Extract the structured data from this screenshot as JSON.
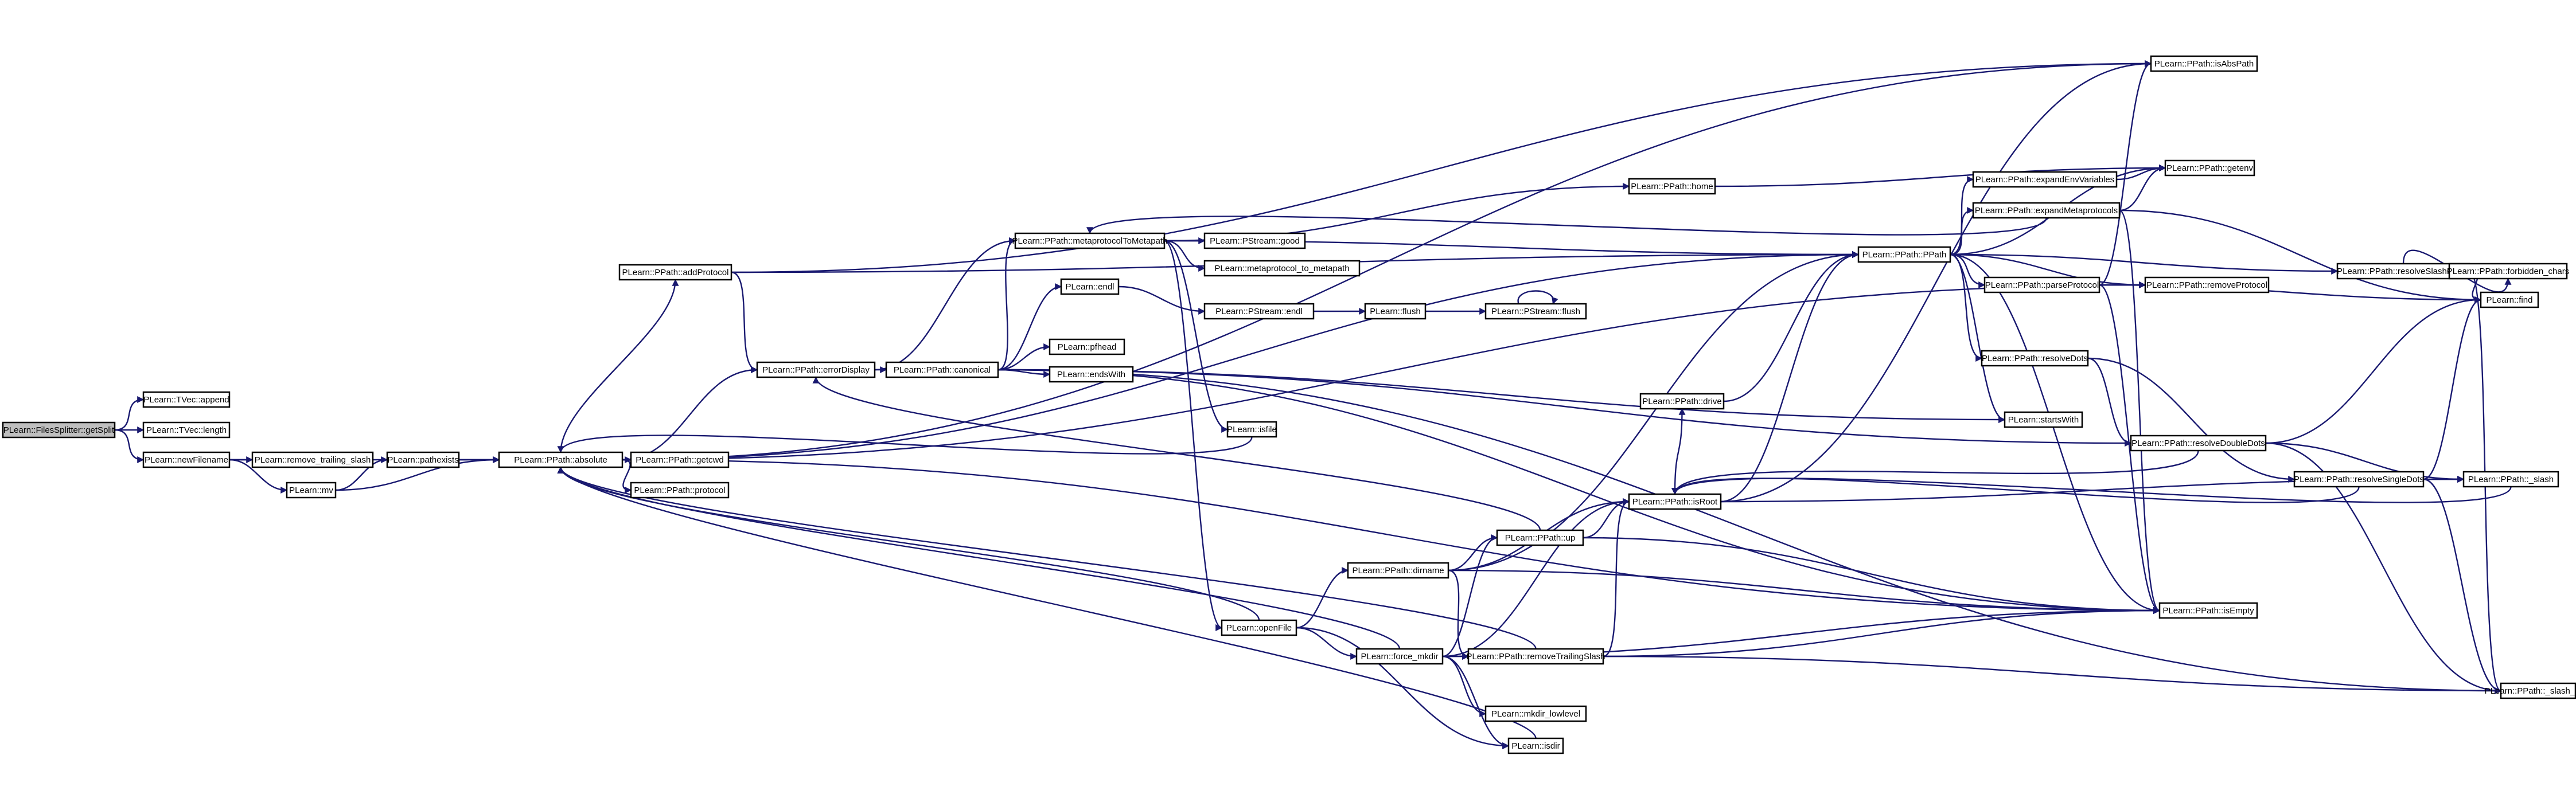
{
  "diagram": {
    "title": "",
    "colors": {
      "edge": "#191970",
      "root_fill": "#bfbfbf",
      "node_fill": "#ffffff",
      "border": "#000000"
    },
    "nodes": [
      {
        "id": "getSplit",
        "label": "PLearn::FilesSplitter::getSplit",
        "root": true
      },
      {
        "id": "tvecAppend",
        "label": "PLearn::TVec::append"
      },
      {
        "id": "tvecLength",
        "label": "PLearn::TVec::length"
      },
      {
        "id": "newFilename",
        "label": "PLearn::newFilename"
      },
      {
        "id": "removeTrailingSlashFn",
        "label": "PLearn::remove_trailing_slash"
      },
      {
        "id": "mv",
        "label": "PLearn::mv"
      },
      {
        "id": "pathexists",
        "label": "PLearn::pathexists"
      },
      {
        "id": "absolute",
        "label": "PLearn::PPath::absolute"
      },
      {
        "id": "getcwd",
        "label": "PLearn::PPath::getcwd"
      },
      {
        "id": "protocol",
        "label": "PLearn::PPath::protocol"
      },
      {
        "id": "addProtocol",
        "label": "PLearn::PPath::addProtocol"
      },
      {
        "id": "errorDisplay",
        "label": "PLearn::PPath::errorDisplay"
      },
      {
        "id": "canonical",
        "label": "PLearn::PPath::canonical"
      },
      {
        "id": "metaprotocolToMetapath",
        "label": "PLearn::PPath::metaprotocolToMetapath"
      },
      {
        "id": "endl",
        "label": "PLearn::endl"
      },
      {
        "id": "pfhead",
        "label": "PLearn::pfhead"
      },
      {
        "id": "endsWith",
        "label": "PLearn::endsWith"
      },
      {
        "id": "pstreamGood",
        "label": "PLearn::PStream::good"
      },
      {
        "id": "metaprotocolToMetapathFn",
        "label": "PLearn::metaprotocol_to_metapath"
      },
      {
        "id": "pstreamEndl",
        "label": "PLearn::PStream::endl"
      },
      {
        "id": "flush",
        "label": "PLearn::flush"
      },
      {
        "id": "pstreamFlush",
        "label": "PLearn::PStream::flush"
      },
      {
        "id": "isfile",
        "label": "PLearn::isfile"
      },
      {
        "id": "openFile",
        "label": "PLearn::openFile"
      },
      {
        "id": "dirname",
        "label": "PLearn::PPath::dirname"
      },
      {
        "id": "up",
        "label": "PLearn::PPath::up"
      },
      {
        "id": "forceMkdir",
        "label": "PLearn::force_mkdir"
      },
      {
        "id": "removeTrailingSlash",
        "label": "PLearn::PPath::removeTrailingSlash"
      },
      {
        "id": "mkdirLowlevel",
        "label": "PLearn::mkdir_lowlevel"
      },
      {
        "id": "isdir",
        "label": "PLearn::isdir"
      },
      {
        "id": "home",
        "label": "PLearn::PPath::home"
      },
      {
        "id": "drive",
        "label": "PLearn::PPath::drive"
      },
      {
        "id": "isRoot",
        "label": "PLearn::PPath::isRoot"
      },
      {
        "id": "ppath",
        "label": "PLearn::PPath::PPath"
      },
      {
        "id": "isAbsPath",
        "label": "PLearn::PPath::isAbsPath"
      },
      {
        "id": "getenv",
        "label": "PLearn::PPath::getenv"
      },
      {
        "id": "expandEnvVariables",
        "label": "PLearn::PPath::expandEnvVariables"
      },
      {
        "id": "expandMetaprotocols",
        "label": "PLearn::PPath::expandMetaprotocols"
      },
      {
        "id": "removeProtocol",
        "label": "PLearn::PPath::removeProtocol"
      },
      {
        "id": "parseProtocol",
        "label": "PLearn::PPath::parseProtocol"
      },
      {
        "id": "resolveDots",
        "label": "PLearn::PPath::resolveDots"
      },
      {
        "id": "startsWith",
        "label": "PLearn::startsWith"
      },
      {
        "id": "resolveDoubleDots",
        "label": "PLearn::PPath::resolveDoubleDots"
      },
      {
        "id": "resolveSingleDots",
        "label": "PLearn::PPath::resolveSingleDots"
      },
      {
        "id": "isEmpty",
        "label": "PLearn::PPath::isEmpty"
      },
      {
        "id": "resolveSlashChars",
        "label": "PLearn::PPath::resolveSlashChars"
      },
      {
        "id": "forbiddenChars",
        "label": "PLearn::PPath::forbidden_chars"
      },
      {
        "id": "find",
        "label": "PLearn::find"
      },
      {
        "id": "slash",
        "label": "PLearn::PPath::_slash"
      },
      {
        "id": "slashChar",
        "label": "PLearn::PPath::_slash_char"
      }
    ],
    "edges": [
      [
        "getSplit",
        "tvecAppend"
      ],
      [
        "getSplit",
        "tvecLength"
      ],
      [
        "getSplit",
        "newFilename"
      ],
      [
        "newFilename",
        "removeTrailingSlashFn"
      ],
      [
        "newFilename",
        "mv"
      ],
      [
        "newFilename",
        "absolute"
      ],
      [
        "mv",
        "pathexists"
      ],
      [
        "mv",
        "absolute"
      ],
      [
        "pathexists",
        "absolute"
      ],
      [
        "absolute",
        "getcwd"
      ],
      [
        "absolute",
        "protocol"
      ],
      [
        "absolute",
        "addProtocol"
      ],
      [
        "absolute",
        "errorDisplay"
      ],
      [
        "absolute",
        "isAbsPath"
      ],
      [
        "absolute",
        "ppath"
      ],
      [
        "absolute",
        "removeProtocol"
      ],
      [
        "absolute",
        "isEmpty"
      ],
      [
        "addProtocol",
        "errorDisplay"
      ],
      [
        "addProtocol",
        "isAbsPath"
      ],
      [
        "addProtocol",
        "ppath"
      ],
      [
        "errorDisplay",
        "canonical"
      ],
      [
        "errorDisplay",
        "metaprotocolToMetapath"
      ],
      [
        "canonical",
        "metaprotocolToMetapath"
      ],
      [
        "canonical",
        "endl"
      ],
      [
        "canonical",
        "pfhead"
      ],
      [
        "canonical",
        "endsWith"
      ],
      [
        "canonical",
        "startsWith"
      ],
      [
        "canonical",
        "resolveDoubleDots"
      ],
      [
        "canonical",
        "isEmpty"
      ],
      [
        "canonical",
        "slashChar"
      ],
      [
        "metaprotocolToMetapath",
        "pstreamGood"
      ],
      [
        "metaprotocolToMetapath",
        "metaprotocolToMetapathFn"
      ],
      [
        "metaprotocolToMetapath",
        "isfile"
      ],
      [
        "metaprotocolToMetapath",
        "openFile"
      ],
      [
        "metaprotocolToMetapath",
        "home"
      ],
      [
        "metaprotocolToMetapath",
        "ppath"
      ],
      [
        "endl",
        "pstreamEndl"
      ],
      [
        "pstreamEndl",
        "flush"
      ],
      [
        "flush",
        "pstreamFlush"
      ],
      [
        "pstreamFlush",
        "pstreamFlush"
      ],
      [
        "isfile",
        "absolute"
      ],
      [
        "openFile",
        "dirname"
      ],
      [
        "openFile",
        "forceMkdir"
      ],
      [
        "openFile",
        "isdir"
      ],
      [
        "openFile",
        "absolute"
      ],
      [
        "dirname",
        "up"
      ],
      [
        "dirname",
        "isRoot"
      ],
      [
        "dirname",
        "removeTrailingSlash"
      ],
      [
        "dirname",
        "ppath"
      ],
      [
        "dirname",
        "isEmpty"
      ],
      [
        "up",
        "isRoot"
      ],
      [
        "up",
        "isEmpty"
      ],
      [
        "up",
        "errorDisplay"
      ],
      [
        "forceMkdir",
        "up"
      ],
      [
        "forceMkdir",
        "isRoot"
      ],
      [
        "forceMkdir",
        "mkdirLowlevel"
      ],
      [
        "forceMkdir",
        "isdir"
      ],
      [
        "forceMkdir",
        "isEmpty"
      ],
      [
        "forceMkdir",
        "removeTrailingSlash"
      ],
      [
        "forceMkdir",
        "absolute"
      ],
      [
        "removeTrailingSlash",
        "isRoot"
      ],
      [
        "removeTrailingSlash",
        "isEmpty"
      ],
      [
        "removeTrailingSlash",
        "slashChar"
      ],
      [
        "removeTrailingSlash",
        "absolute"
      ],
      [
        "isdir",
        "absolute"
      ],
      [
        "home",
        "getenv"
      ],
      [
        "isRoot",
        "drive"
      ],
      [
        "isRoot",
        "isAbsPath"
      ],
      [
        "isRoot",
        "ppath"
      ],
      [
        "isRoot",
        "slash"
      ],
      [
        "drive",
        "ppath"
      ],
      [
        "ppath",
        "expandEnvVariables"
      ],
      [
        "ppath",
        "expandMetaprotocols"
      ],
      [
        "ppath",
        "removeProtocol"
      ],
      [
        "ppath",
        "parseProtocol"
      ],
      [
        "ppath",
        "resolveDots"
      ],
      [
        "ppath",
        "startsWith"
      ],
      [
        "ppath",
        "resolveSlashChars"
      ],
      [
        "ppath",
        "isEmpty"
      ],
      [
        "ppath",
        "getenv"
      ],
      [
        "expandEnvVariables",
        "getenv"
      ],
      [
        "expandMetaprotocols",
        "getenv"
      ],
      [
        "expandMetaprotocols",
        "metaprotocolToMetapath"
      ],
      [
        "expandMetaprotocols",
        "find"
      ],
      [
        "expandMetaprotocols",
        "isEmpty"
      ],
      [
        "parseProtocol",
        "removeProtocol"
      ],
      [
        "parseProtocol",
        "isAbsPath"
      ],
      [
        "parseProtocol",
        "find"
      ],
      [
        "parseProtocol",
        "isEmpty"
      ],
      [
        "resolveDots",
        "resolveDoubleDots"
      ],
      [
        "resolveDots",
        "resolveSingleDots"
      ],
      [
        "resolveDoubleDots",
        "find"
      ],
      [
        "resolveDoubleDots",
        "isRoot"
      ],
      [
        "resolveDoubleDots",
        "slash"
      ],
      [
        "resolveDoubleDots",
        "slashChar"
      ],
      [
        "resolveSingleDots",
        "find"
      ],
      [
        "resolveSingleDots",
        "isRoot"
      ],
      [
        "resolveSingleDots",
        "slash"
      ],
      [
        "resolveSingleDots",
        "slashChar"
      ],
      [
        "resolveSlashChars",
        "forbiddenChars"
      ],
      [
        "resolveSlashChars",
        "find"
      ],
      [
        "resolveSlashChars",
        "slashChar"
      ],
      [
        "slash",
        "isRoot"
      ]
    ]
  }
}
